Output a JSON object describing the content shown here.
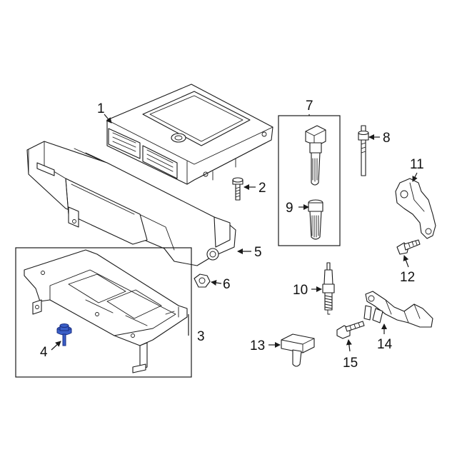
{
  "callouts": {
    "c1": "1",
    "c2": "2",
    "c3": "3",
    "c4": "4",
    "c5": "5",
    "c6": "6",
    "c7": "7",
    "c8": "8",
    "c9": "9",
    "c10": "10",
    "c11": "11",
    "c12": "12",
    "c13": "13",
    "c14": "14",
    "c15": "15"
  },
  "colors": {
    "line": "#1a1a1a",
    "highlight_part": "#3a5fc8",
    "background": "#ffffff"
  },
  "highlighted_part": "4"
}
